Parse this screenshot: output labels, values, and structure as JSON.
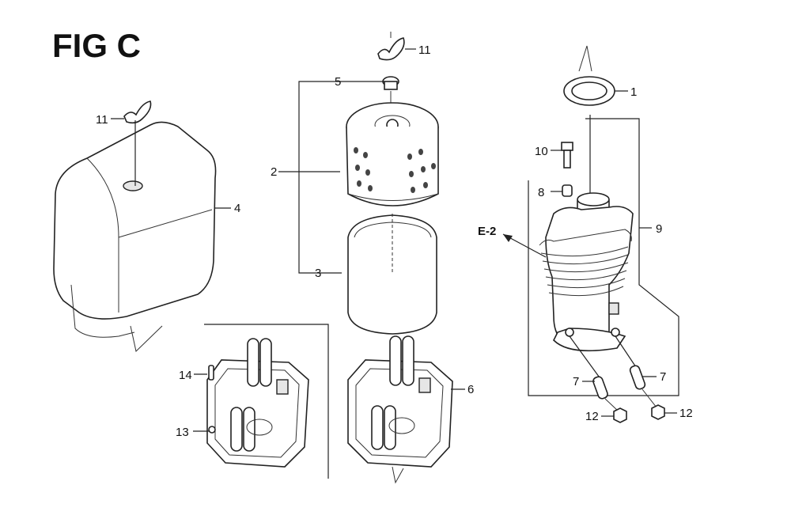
{
  "figure": {
    "title": "FIG C"
  },
  "callouts": [
    {
      "id": "c11a",
      "text": "11"
    },
    {
      "id": "c11b",
      "text": "11"
    },
    {
      "id": "c4",
      "text": "4"
    },
    {
      "id": "c5",
      "text": "5"
    },
    {
      "id": "c2",
      "text": "2"
    },
    {
      "id": "c3",
      "text": "3"
    },
    {
      "id": "c6",
      "text": "6"
    },
    {
      "id": "c14",
      "text": "14"
    },
    {
      "id": "c13",
      "text": "13"
    },
    {
      "id": "c1",
      "text": "1"
    },
    {
      "id": "c10",
      "text": "10"
    },
    {
      "id": "c8",
      "text": "8"
    },
    {
      "id": "c9",
      "text": "9"
    },
    {
      "id": "c7a",
      "text": "7"
    },
    {
      "id": "c7b",
      "text": "7"
    },
    {
      "id": "c12a",
      "text": "12"
    },
    {
      "id": "c12b",
      "text": "12"
    }
  ],
  "reference": {
    "label": "E-2"
  }
}
